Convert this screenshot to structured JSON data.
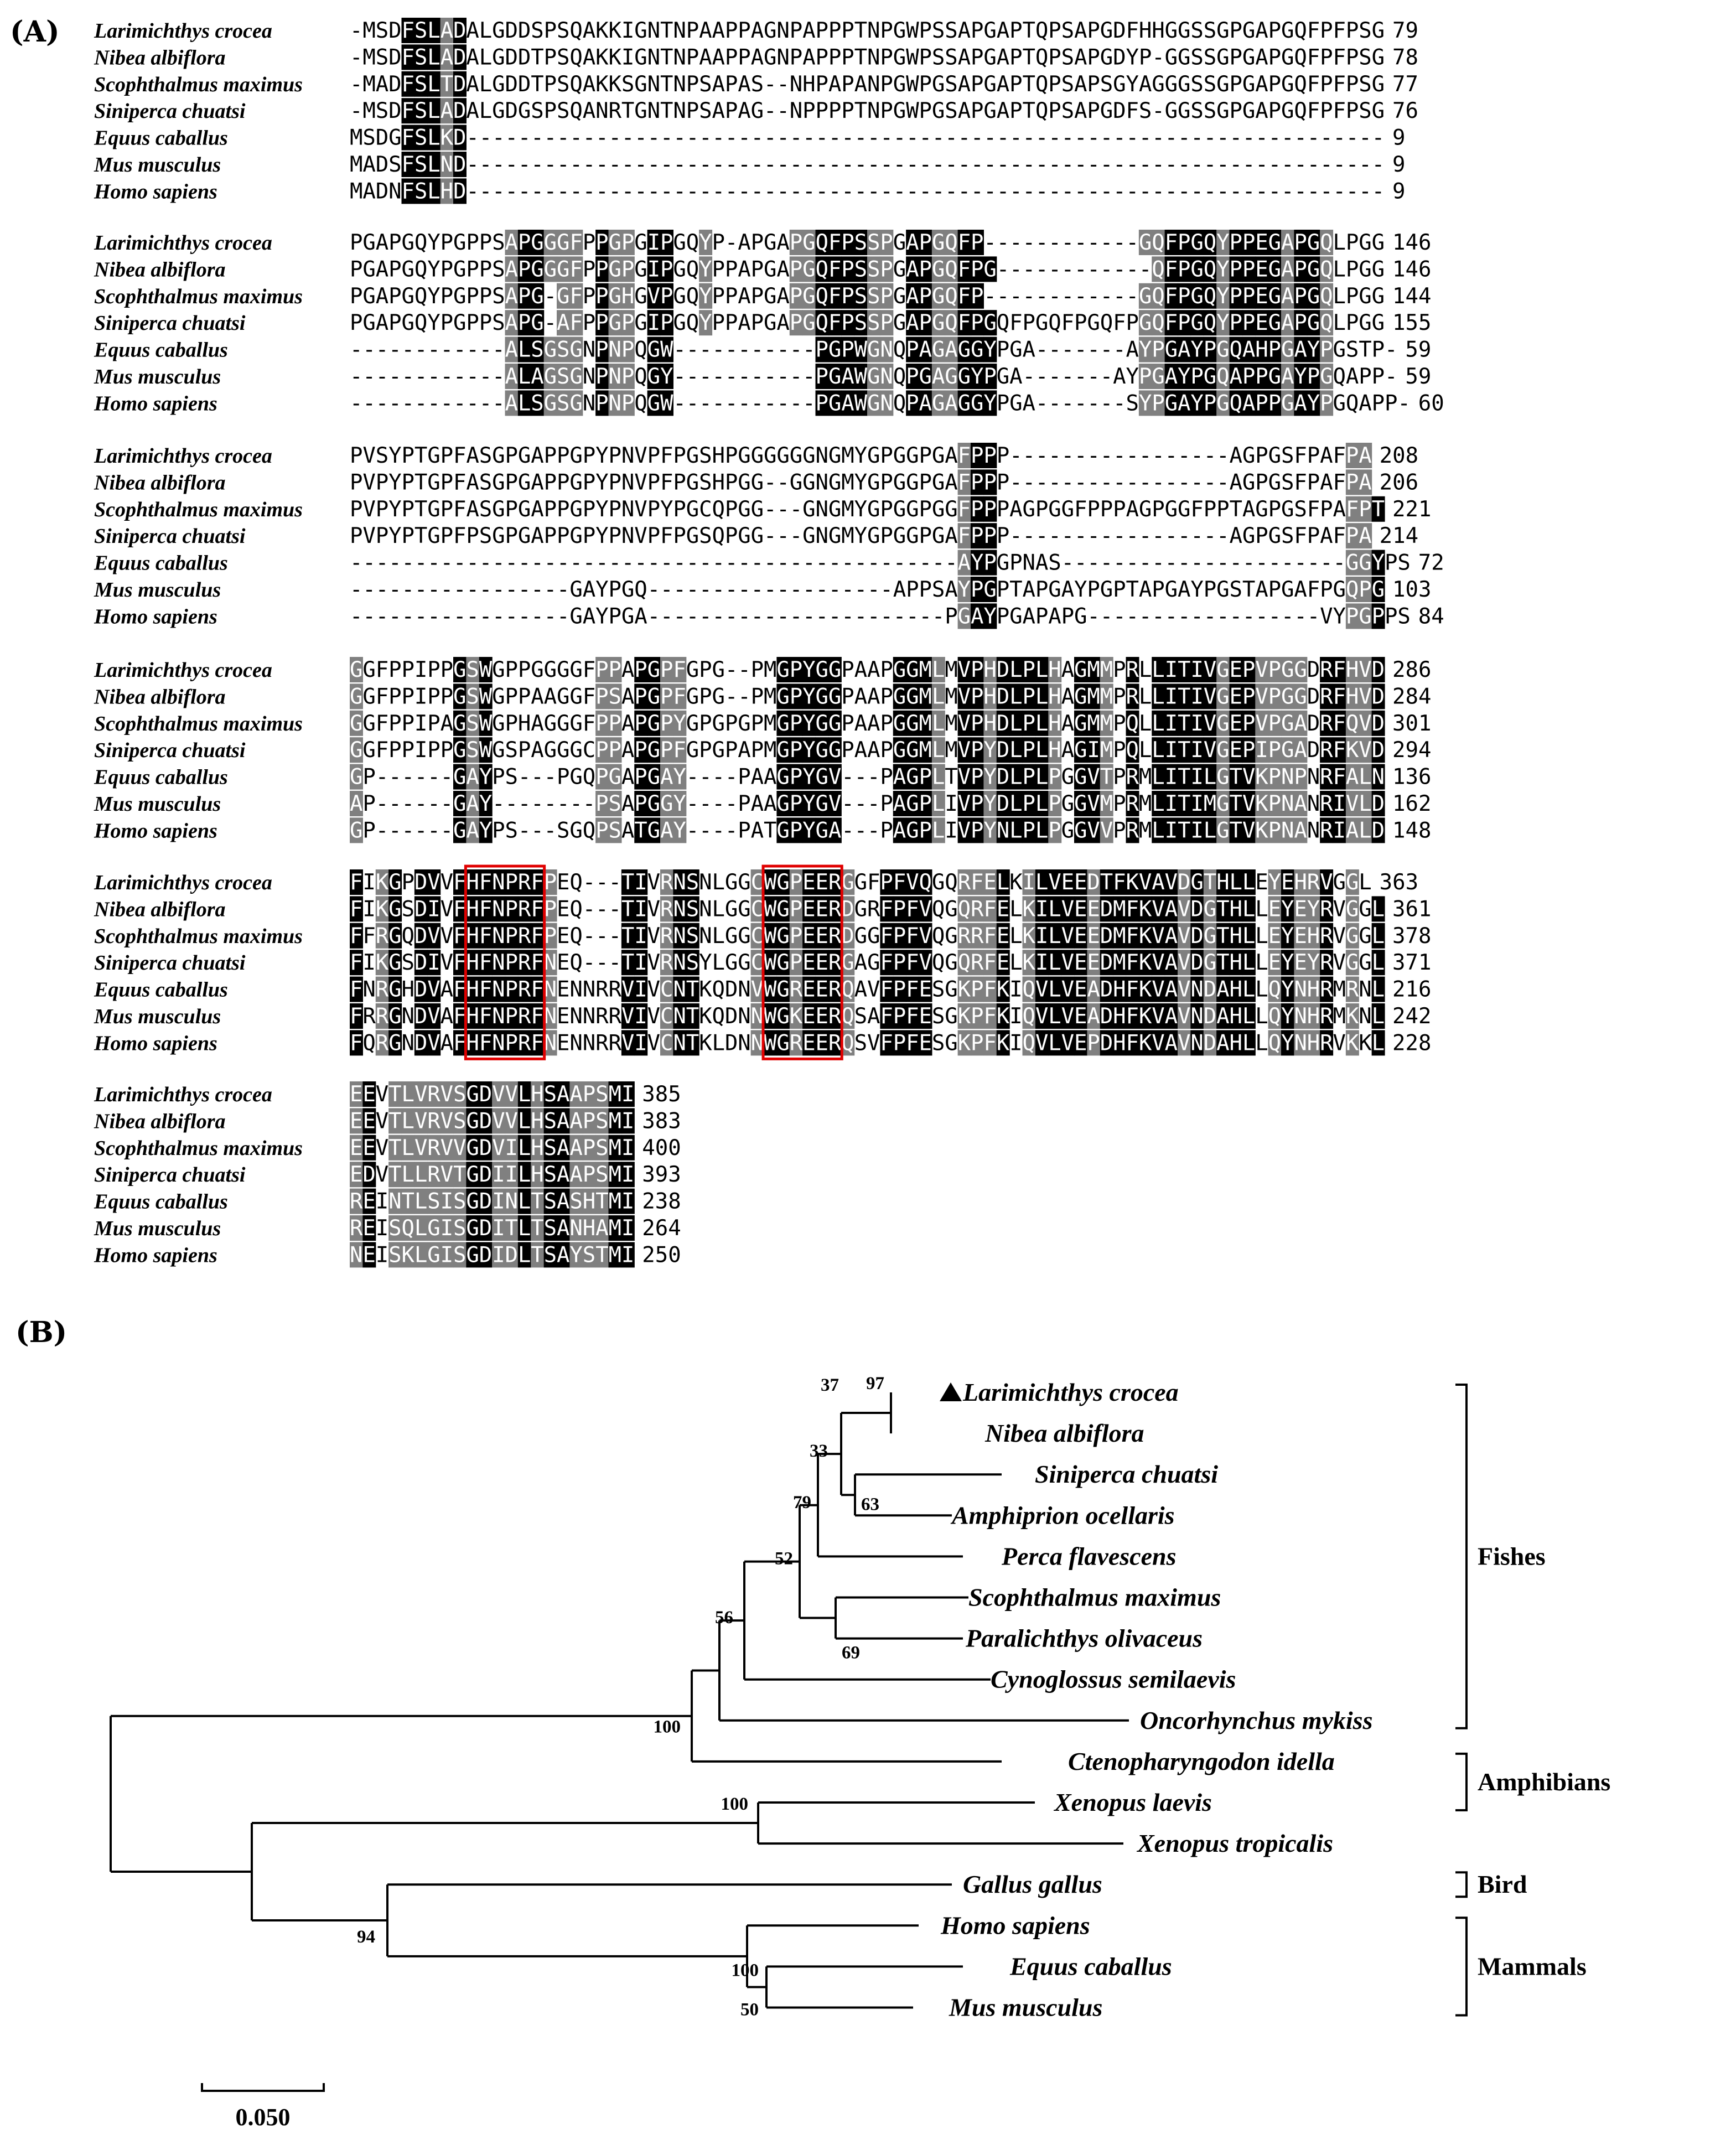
{
  "panel_a": {
    "label": "(A)",
    "blocks": [
      {
        "rows": [
          {
            "species": "Larimichthys crocea",
            "seq": "-MSDFSLADALGDDSPSQAKKIGNTNPAAPPAGNPAPPPTNPGWPSSAPGAPTQPSAPGDFHHGGSSGPGAPGQFPFPSG",
            "num": "79"
          },
          {
            "species": "Nibea albiflora",
            "seq": "-MSDFSLADALGDDTPSQAKKIGNTNPAAPPAGNPAPPPTNPGWPSSAPGAPTQPSAPGDYP-GGSSGPGAPGQFPFPSG",
            "num": "78"
          },
          {
            "species": "Scophthalmus maximus",
            "seq": "-MADFSLTDALGDDTPSQAKKSGNTNPSAPAS--NHPAPANPGWPGSAPGAPTQPSAPSGYAGGGSSGPGAPGQFPFPSG",
            "num": "77"
          },
          {
            "species": "Siniperca chuatsi",
            "seq": "-MSDFSLADALGDGSPSQANRTGNTNPSAPAG--NPPPPTNPGWPGSAPGAPTQPSAPGDFS-GGSSGPGAPGQFPFPSG",
            "num": "76"
          },
          {
            "species": "Equus caballus",
            "seq": "MSDGFSLKD-----------------------------------------------------------------------",
            "num": "9"
          },
          {
            "species": "Mus musculus",
            "seq": "MADSFSLND-----------------------------------------------------------------------",
            "num": "9"
          },
          {
            "species": "Homo sapiens",
            "seq": "MADNFSLHD-----------------------------------------------------------------------",
            "num": "9"
          }
        ],
        "black": [
          4,
          5,
          6,
          8
        ],
        "gray": [
          7
        ]
      },
      {
        "rows": [
          {
            "species": "Larimichthys crocea",
            "seq": "PGAPGQYPGPPSAPGGGFPPGPGIPGQYP-APGAPGQFPSSPGAPGQFP------------GQFPGQYPPEGAPGQLPGG",
            "num": "146"
          },
          {
            "species": "Nibea albiflora",
            "seq": "PGAPGQYPGPPSAPGGGFPPGPGIPGQYPPAPGAPGQFPSSPGAPGQFPG------------QFPGQYPPEGAPGQLPGG",
            "num": "146"
          },
          {
            "species": "Scophthalmus maximus",
            "seq": "PGAPGQYPGPPSAPG-GFPPGHGVPGQYPPAPGAPGQFPSSPGAPGQFP------------GQFPGQYPPEGAPGQLPGG",
            "num": "144"
          },
          {
            "species": "Siniperca chuatsi",
            "seq": "PGAPGQYPGPPSAPG-AFPPGPGIPGQYPPAPGAPGQFPSSPGAPGQFPGQFPGQFPGQFPGQFPGQYPPEGAPGQLPGG",
            "num": "155"
          },
          {
            "species": "Equus caballus",
            "seq": "------------ALSGSGNPNPQGW-----------PGPWGNQPAGAGGYPGA-------AYPGAYPGQAHPGAYPGSTP-",
            "num": "59"
          },
          {
            "species": "Mus musculus",
            "seq": "------------ALAGSGNPNPQGY-----------PGAWGNQPGAGGYPGA-------AYPGAYPGQAPPGAYPGQAPP-",
            "num": "59"
          },
          {
            "species": "Homo sapiens",
            "seq": "------------ALSGSGNPNPQGW-----------PGAWGNQPAGAGGYPGA-------SYPGAYPGQAPPGAYPGQAPP-",
            "num": "60"
          }
        ],
        "black": [
          13,
          14,
          19,
          23,
          24,
          36,
          37,
          38,
          39,
          43,
          44,
          47,
          48,
          49,
          63,
          64,
          65,
          66,
          68,
          69,
          70,
          71,
          73,
          74
        ],
        "gray": [
          12,
          15,
          16,
          17,
          20,
          21,
          27,
          34,
          35,
          40,
          41,
          45,
          46,
          61,
          62,
          67,
          72,
          75
        ]
      },
      {
        "rows": [
          {
            "species": "Larimichthys crocea",
            "seq": "PVSYPTGPFASGPGAPPGPYPNVPFPGSHPGGGGGGNGMYGPGGPGAFPPP-----------------AGPGSFPAFPA",
            "num": "208"
          },
          {
            "species": "Nibea albiflora",
            "seq": "PVPYPTGPFASGPGAPPGPYPNVPFPGSHPGG--GGNGMYGPGGPGAFPPP-----------------AGPGSFPAFPA",
            "num": "206"
          },
          {
            "species": "Scophthalmus maximus",
            "seq": "PVPYPTGPFASGPGAPPGPYPNVPYPGCQPGG---GNGMYGPGGPGGFPPPAGPGGFPPPAGPGGFPPTAGPGSFPAFPT",
            "num": "221"
          },
          {
            "species": "Siniperca chuatsi",
            "seq": "PVPYPTGPFPSGPGAPPGPYPNVPFPGSQPGG---GNGMYGPGGPGAFPPP-----------------AGPGSFPAFPA",
            "num": "214"
          },
          {
            "species": "Equus caballus",
            "seq": "-----------------------------------------------AYPGPNAS----------------------GGYPS",
            "num": "72"
          },
          {
            "species": "Mus musculus",
            "seq": "-----------------GAYPGQ-------------------APPSAYPGPTAPGAYPGPTAPGAYPGSTAPGAFPGQPG",
            "num": "103"
          },
          {
            "species": "Homo sapiens",
            "seq": "-----------------GAYPGA-----------------------PGAYPGAPAPG------------------VYPGPPS",
            "num": "84"
          }
        ],
        "black": [
          48,
          49,
          79
        ],
        "gray": [
          47,
          77,
          78
        ]
      },
      {
        "rows": [
          {
            "species": "Larimichthys crocea",
            "seq": "GGFPPIPPGSWGPPGGGGFPPAPGPFGPG--PMGPYGGPAAPGGMLMVPHDLPLHAGMMPRLLITIVGEPVPGGDRFHVD",
            "num": "286"
          },
          {
            "species": "Nibea albiflora",
            "seq": "GGFPPIPPGSWGPPAAGGFPSAPGPFGPG--PMGPYGGPAAPGGMLMVPHDLPLHAGMMPRLLITIVGEPVPGGDRFHVD",
            "num": "284"
          },
          {
            "species": "Scophthalmus maximus",
            "seq": "GGFPPIPAGSWGPHAGGGFPPAPGPYGPGPGPMGPYGGPAAPGGMLMVPHDLPLHAGMMPQLLITIVGEPVPGADRFQVD",
            "num": "301"
          },
          {
            "species": "Siniperca chuatsi",
            "seq": "GGFPPIPPGSWGSPAGGGCPPAPGPFGPGPAPMGPYGGPAAPGGMLMVPYDLPLHAGIMPQLLITIVGEPIPGADRFKVD",
            "num": "294"
          },
          {
            "species": "Equus caballus",
            "seq": "GP------GAYPS---PGQPGAPGAY----PAAGPYGV---PAGPLTVPYDLPLPGGVTPRMLITILGTVKPNPNRFALN",
            "num": "136"
          },
          {
            "species": "Mus musculus",
            "seq": "AP------GAY--------PSAPGGY----PAAGPYGV---PAGPLIVPYDLPLPGGVMPRMLITIMGTVKPNANRIVLD",
            "num": "162"
          },
          {
            "species": "Homo sapiens",
            "seq": "GP------GAYPS---SGQPSATGAY----PATGPYGA---PAGPLIVPYNLPLPGGVVPRMLITILGTVKPNANRIALD",
            "num": "148"
          }
        ],
        "black": [
          8,
          10,
          22,
          23,
          33,
          34,
          35,
          36,
          37,
          42,
          43,
          44,
          47,
          48,
          50,
          51,
          52,
          53,
          56,
          57,
          60,
          62,
          63,
          64,
          65,
          66,
          68,
          69,
          75,
          76,
          79
        ],
        "gray": [
          0,
          9,
          19,
          20,
          24,
          25,
          45,
          49,
          54,
          58,
          67,
          70,
          71,
          72,
          73,
          77,
          78
        ]
      },
      {
        "rows": [
          {
            "species": "Larimichthys crocea",
            "seq": "FIKGPDVVFHFNPRFPEQ---TIVRNSNLGGCWGPEERGGFPFVQGQRFELKILVEEDTFKVAVDGTHLLEYEHRVGGL",
            "num": "363"
          },
          {
            "species": "Nibea albiflora",
            "seq": "FIKGSDIVFHFNPRFPEQ---TIVRNSNLGGCWGPEERDGRFPFVQGQRFELKILVEEDMFKVAVDGTHLLEYEYRVGGL",
            "num": "361"
          },
          {
            "species": "Scophthalmus maximus",
            "seq": "FFRGQDVVFHFNPRFPEQ---TIVRNSNLGGCWGPEERDGGFPFVQGRRFELKILVEEDMFKVAVDGTHLLEYEHRVGGL",
            "num": "378"
          },
          {
            "species": "Siniperca chuatsi",
            "seq": "FIKGSDIVFHFNPRFNEQ---TIVRNSYLGGCWGPEERGAGFPFVQGQRFELKILVEEDMFKVAVDGTHLLEYEYRVGGL",
            "num": "371"
          },
          {
            "species": "Equus caballus",
            "seq": "FNRGHDVAFHFNPRFNENNRRVIVCNTKQDNVWGREERQAVFPFESGKPFKIQVLVEADHFKVAVNDAHLLQYNHRMRNL",
            "num": "216"
          },
          {
            "species": "Mus musculus",
            "seq": "FRRGNDVAFHFNPRFNENNRRVIVCNTKQDNNWGKEERQSAFPFESGKPFKIQVLVEADHFKVAVNDAHLLQYNHRMKNL",
            "num": "242"
          },
          {
            "species": "Homo sapiens",
            "seq": "FQRGNDVAFHFNPRFNENNRRVIVCNTKLDNNWGREERQSVFPFESGKPFKIQVLVEPDHFKVAVNDAHLLQYNHRVKKL",
            "num": "228"
          }
        ],
        "black": [
          0,
          3,
          5,
          6,
          8,
          9,
          10,
          11,
          12,
          13,
          14,
          21,
          22,
          25,
          26,
          32,
          33,
          35,
          36,
          37,
          41,
          42,
          43,
          44,
          50,
          53,
          54,
          55,
          56,
          58,
          59,
          60,
          61,
          62,
          63,
          65,
          67,
          68,
          69,
          72,
          75,
          79
        ],
        "gray": [
          2,
          15,
          24,
          31,
          34,
          38,
          47,
          48,
          49,
          52,
          57,
          64,
          66,
          71,
          73,
          74,
          77
        ]
      },
      {
        "rows": [
          {
            "species": "Larimichthys crocea",
            "seq": "EEVTLVRVSGDVVLHSAAPSMI",
            "num": "385"
          },
          {
            "species": "Nibea albiflora",
            "seq": "EEVTLVRVSGDVVLHSAAPSMI",
            "num": "383"
          },
          {
            "species": "Scophthalmus maximus",
            "seq": "EEVTLVRVVGDVILHSAAPSMI",
            "num": "400"
          },
          {
            "species": "Siniperca chuatsi",
            "seq": "EDVTLLRVTGDIILHSAAPSMI",
            "num": "393"
          },
          {
            "species": "Equus caballus",
            "seq": "REINTLSISGDINLTSASHTMI",
            "num": "238"
          },
          {
            "species": "Mus musculus",
            "seq": "REISQLGISGDITLTSANHAMI",
            "num": "264"
          },
          {
            "species": "Homo sapiens",
            "seq": "NEISKLGISGDIDLTSAYSTMI",
            "num": "250"
          }
        ],
        "black": [
          1,
          9,
          10,
          13,
          15,
          16,
          20,
          21
        ],
        "gray": [
          0,
          3,
          4,
          5,
          6,
          7,
          8,
          11,
          12,
          14,
          17,
          18,
          19
        ]
      }
    ]
  },
  "panel_b": {
    "label": "(B)",
    "tree": {
      "leaves": [
        {
          "name": "Larimichthys crocea",
          "marker": "triangle"
        },
        {
          "name": "Nibea albiflora"
        },
        {
          "name": "Siniperca chuatsi"
        },
        {
          "name": "Amphiprion ocellaris"
        },
        {
          "name": "Perca flavescens"
        },
        {
          "name": "Scophthalmus maximus"
        },
        {
          "name": "Paralichthys olivaceus"
        },
        {
          "name": "Cynoglossus semilaevis"
        },
        {
          "name": "Oncorhynchus mykiss"
        },
        {
          "name": "Ctenopharyngodon idella"
        },
        {
          "name": "Xenopus laevis"
        },
        {
          "name": "Xenopus tropicalis"
        },
        {
          "name": "Gallus gallus"
        },
        {
          "name": "Homo sapiens"
        },
        {
          "name": "Equus caballus"
        },
        {
          "name": "Mus musculus"
        }
      ],
      "bootstrap_values": [
        "97",
        "37",
        "33",
        "63",
        "79",
        "69",
        "52",
        "56",
        "100",
        "100",
        "94",
        "100",
        "50"
      ],
      "groups": [
        {
          "name": "Fishes",
          "first_leaf": 0,
          "last_leaf": 8
        },
        {
          "name": "Amphibians",
          "first_leaf": 9,
          "last_leaf": 10
        },
        {
          "name": "Bird",
          "first_leaf": 12,
          "last_leaf": 12
        },
        {
          "name": "Mammals",
          "first_leaf": 13,
          "last_leaf": 15
        }
      ],
      "scale_bar": {
        "label": "0.050",
        "value": 0.05
      }
    }
  }
}
